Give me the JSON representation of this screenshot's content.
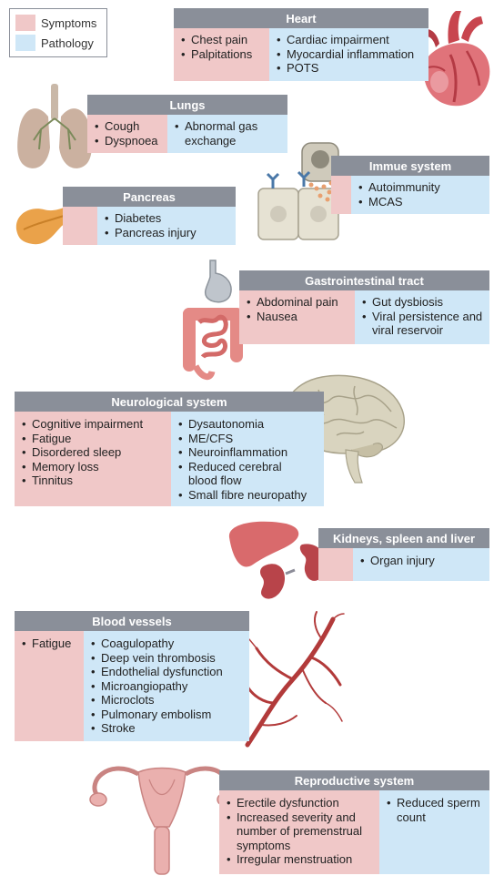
{
  "legend": {
    "symptoms": "Symptoms",
    "pathology": "Pathology"
  },
  "colors": {
    "header": "#8a8f99",
    "symptoms": "#f0c8c8",
    "pathology": "#cfe7f7"
  },
  "icons": [
    "heart-icon",
    "lungs-icon",
    "immune-cells-icon",
    "pancreas-icon",
    "gastrointestinal-icon",
    "brain-icon",
    "kidney-spleen-liver-icon",
    "blood-vessels-icon",
    "uterus-icon"
  ],
  "heart": {
    "title": "Heart",
    "symptoms": [
      "Chest pain",
      "Palpitations"
    ],
    "pathology": [
      "Cardiac impairment",
      "Myocardial inflammation",
      "POTS"
    ]
  },
  "lungs": {
    "title": "Lungs",
    "symptoms": [
      "Cough",
      "Dyspnoea"
    ],
    "pathology": [
      "Abnormal gas exchange"
    ]
  },
  "immune": {
    "title": "Immue system",
    "symptoms": [],
    "pathology": [
      "Autoimmunity",
      "MCAS"
    ]
  },
  "pancreas": {
    "title": "Pancreas",
    "symptoms": [],
    "pathology": [
      "Diabetes",
      "Pancreas injury"
    ]
  },
  "gi": {
    "title": "Gastrointestinal tract",
    "symptoms": [
      "Abdominal pain",
      "Nausea"
    ],
    "pathology": [
      "Gut dysbiosis",
      "Viral persistence and viral reservoir"
    ]
  },
  "neuro": {
    "title": "Neurological system",
    "symptoms": [
      "Cognitive impairment",
      "Fatigue",
      "Disordered sleep",
      "Memory loss",
      "Tinnitus"
    ],
    "pathology": [
      "Dysautonomia",
      "ME/CFS",
      "Neuroinflammation",
      "Reduced cerebral blood flow",
      "Small fibre neuropathy"
    ]
  },
  "ksl": {
    "title": "Kidneys, spleen and liver",
    "symptoms": [],
    "pathology": [
      "Organ injury"
    ]
  },
  "vessels": {
    "title": "Blood vessels",
    "symptoms": [
      "Fatigue"
    ],
    "pathology": [
      "Coagulopathy",
      "Deep vein thrombosis",
      "Endothelial dysfunction",
      "Microangiopathy",
      "Microclots",
      "Pulmonary embolism",
      "Stroke"
    ]
  },
  "repro": {
    "title": "Reproductive system",
    "symptoms": [
      "Erectile dysfunction",
      "Increased severity and number of premenstrual symptoms",
      "Irregular menstruation"
    ],
    "pathology": [
      "Reduced sperm count"
    ]
  }
}
